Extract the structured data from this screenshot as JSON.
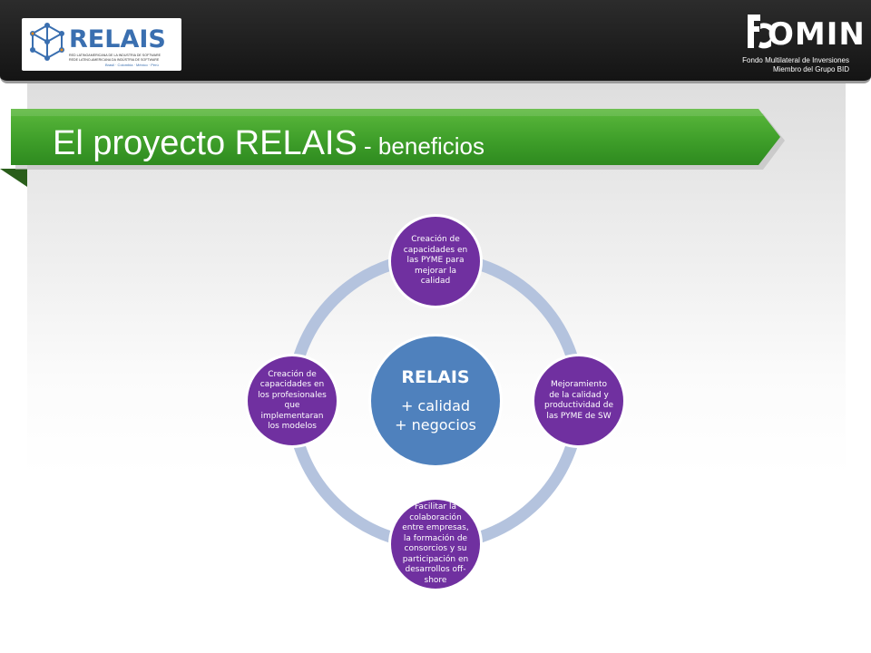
{
  "header": {
    "relais_logo": {
      "name": "RELAIS",
      "tagline1": "RED LATINOAMERICANA DE LA INDUSTRIA DE SOFTWARE",
      "tagline2": "REDE LATINO-AMERICANA DA INDÚSTRIA DE SOFTWARE",
      "countries": "Brasil · Colombia · México · Perú"
    },
    "fomin_logo": {
      "name": "OMIN",
      "line1": "Fondo Multilateral de Inversiones",
      "line2": "Miembro del Grupo BID"
    }
  },
  "banner": {
    "title_main": "El proyecto RELAIS",
    "title_sub": " - beneficios",
    "color": "#3f9f2a"
  },
  "diagram": {
    "center": {
      "title": "RELAIS",
      "line1": "+ calidad",
      "line2": "+ negocios",
      "color": "#4f81bd"
    },
    "nodes": [
      {
        "text": "Creación de capacidades en las PYME para mejorar la calidad"
      },
      {
        "text": "Mejoramiento de la calidad y productividad de las PYME de SW"
      },
      {
        "text": "Facilitar la colaboración entre empresas, la formación de consorcios y su participación en desarrollos off-shore"
      },
      {
        "text": "Creación de capacidades en los profesionales que implementaran los modelos"
      }
    ],
    "node_color": "#7030a0",
    "ring_color": "#b4c3de"
  }
}
